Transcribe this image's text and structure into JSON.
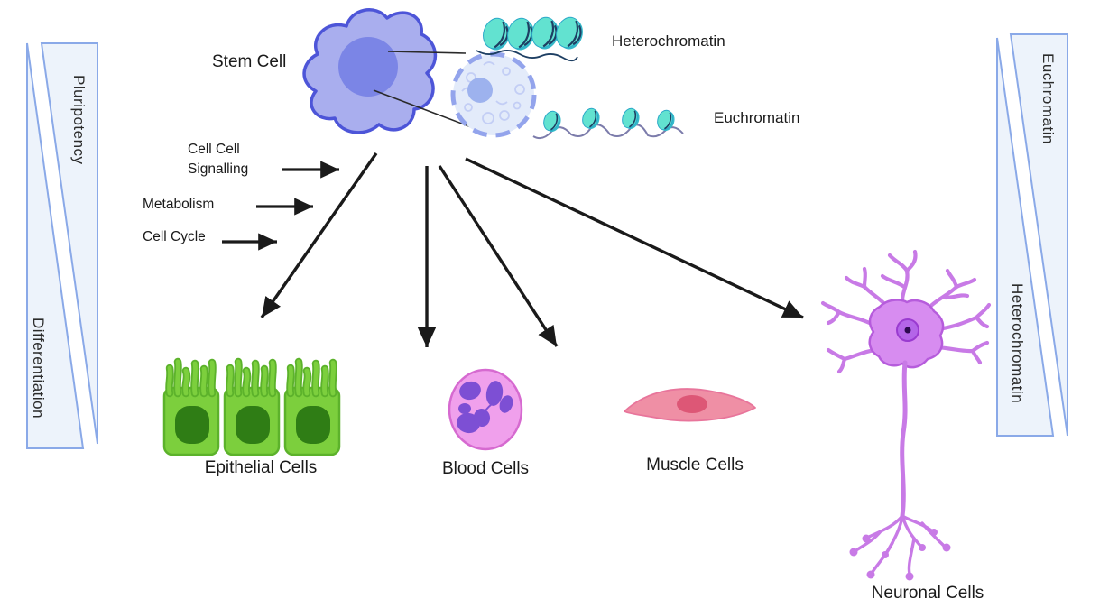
{
  "diagram": {
    "title_labels": {
      "stem_cell": "Stem Cell",
      "heterochromatin": "Heterochromatin",
      "euchromatin": "Euchromatin"
    },
    "axes": {
      "left_top": "Pluripotency",
      "left_bottom": "Differentiation",
      "right_top": "Euchromatin",
      "right_bottom": "Heterochromatin"
    },
    "factors": [
      {
        "line1": "Cell Cell",
        "line2": "Signalling"
      },
      {
        "line1": "Metabolism",
        "line2": ""
      },
      {
        "line1": "Cell Cycle",
        "line2": ""
      }
    ],
    "cell_types": [
      {
        "label": "Epithelial Cells"
      },
      {
        "label": "Blood Cells"
      },
      {
        "label": "Muscle Cells"
      },
      {
        "label": "Neuronal Cells"
      }
    ],
    "colors": {
      "wedge_fill": "#edf3fb",
      "wedge_stroke": "#8aa9e8",
      "stem_cell_fill": "#a9aeee",
      "stem_cell_stroke": "#4d55d8",
      "stem_nucleus": "#7b85e6",
      "nucleus_zoom_fill": "#e3ebfa",
      "nucleus_zoom_stroke": "#93a4ec",
      "nucleolus": "#9db2ee",
      "nucleosome_fill": "#62e2d0",
      "nucleosome_side": "#35b9c9",
      "nucleosome_wrap": "#1e3f63",
      "dna_line": "#7c7cab",
      "epithelial_fill": "#7ccf3d",
      "epithelial_stroke": "#5cb22b",
      "epithelial_nucleus": "#2f7d15",
      "blood_fill": "#f0a0ec",
      "blood_stroke": "#d66ad0",
      "blood_nucleus": "#7d4fd4",
      "muscle_fill": "#ef8fa5",
      "muscle_nucleus": "#dd5776",
      "neuron_fill": "#d78cf0",
      "neuron_stroke": "#b65cdc",
      "neuron_branch": "#c87ae6",
      "arrow": "#1a1a1a"
    }
  }
}
